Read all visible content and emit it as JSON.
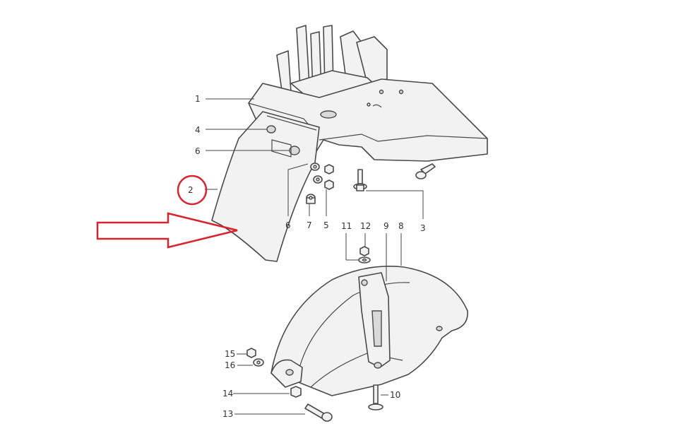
{
  "diagram": {
    "callouts": {
      "c1": "1",
      "c2": "2",
      "c3": "3",
      "c4": "4",
      "c5": "5",
      "c6a": "6",
      "c6b": "6",
      "c7": "7",
      "c8": "8",
      "c9": "9",
      "c10": "10",
      "c11": "11",
      "c12": "12",
      "c13": "13",
      "c14": "14",
      "c15": "15",
      "c16": "16"
    },
    "colors": {
      "highlight": "#d9232e",
      "ink": "#4a4a4a",
      "paper": "#ffffff"
    },
    "highlighted_part": "2"
  }
}
